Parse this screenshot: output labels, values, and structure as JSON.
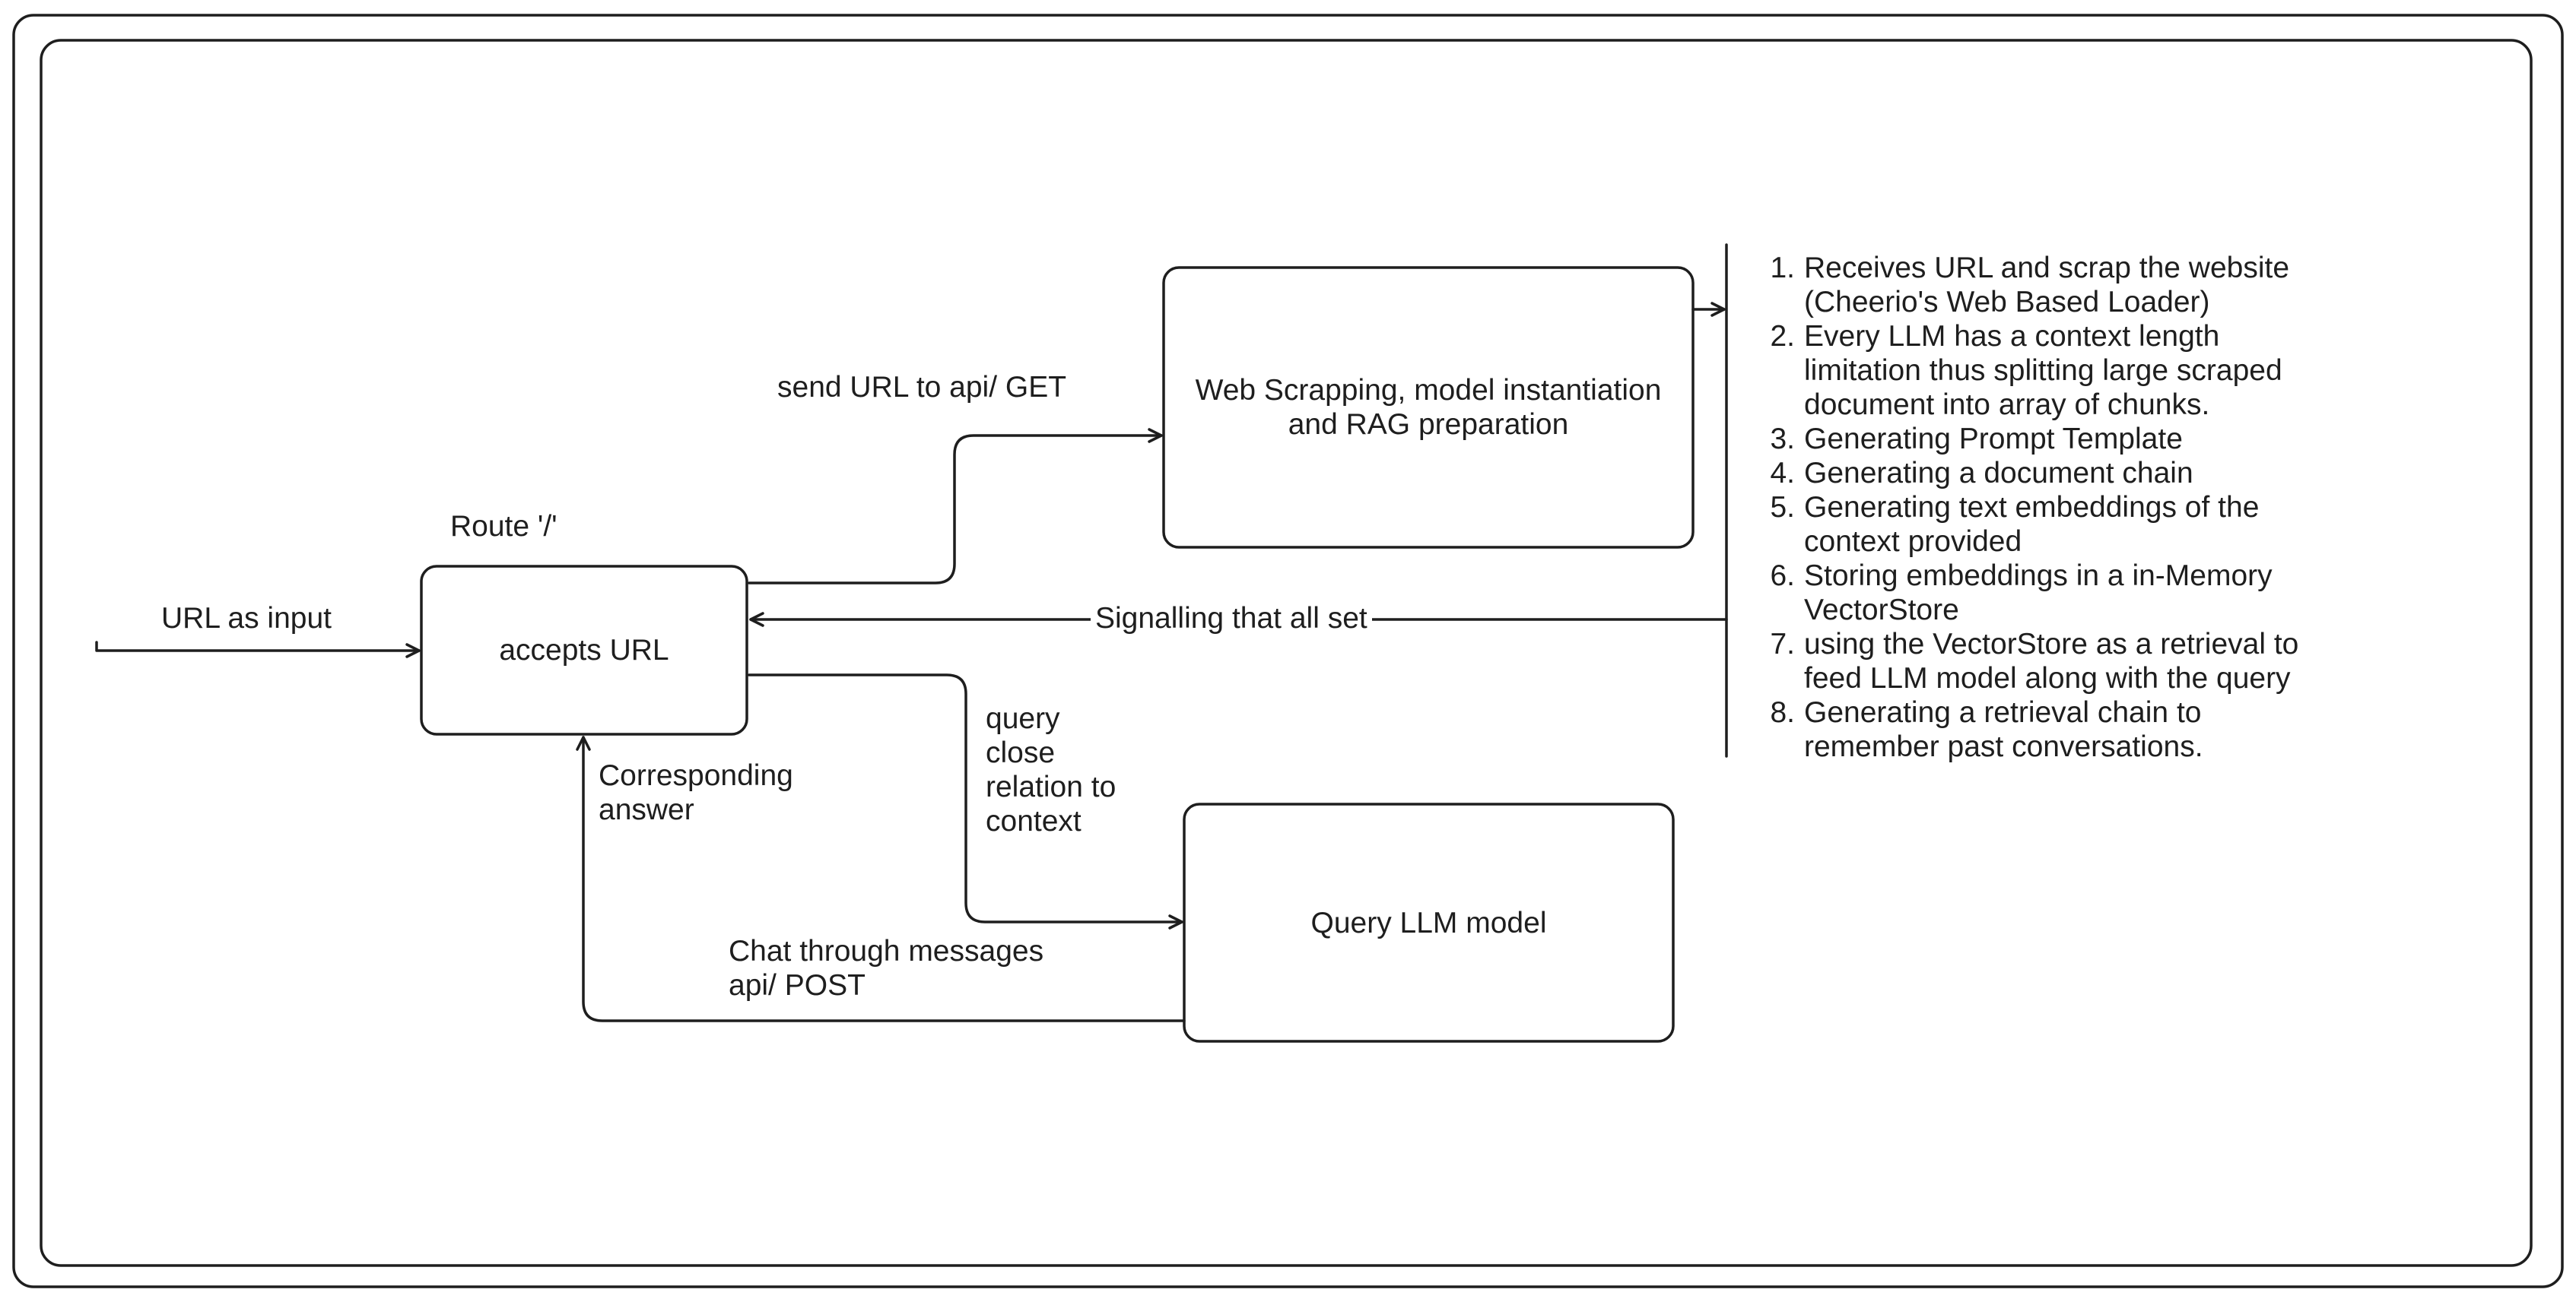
{
  "diagram": {
    "input_label": "URL as input",
    "route_label": "Route '/'",
    "accepts_box": "accepts URL",
    "send_label": "send URL to api/ GET",
    "scraping_box": "Web Scrapping, model instantiation\nand RAG preparation",
    "signal_label": "Signalling that all set",
    "query_label": "query\nclose\nrelation to\ncontext",
    "answer_label": "Corresponding\nanswer",
    "chat_label": "Chat through messages\napi/ POST",
    "query_box": "Query LLM model",
    "steps": [
      {
        "num": "1.",
        "text": "Receives URL and scrap the website\n(Cheerio's Web Based Loader)"
      },
      {
        "num": "2.",
        "text": "Every LLM has a context length\nlimitation thus splitting large scraped\ndocument into array of chunks."
      },
      {
        "num": "3.",
        "text": "Generating Prompt Template"
      },
      {
        "num": "4.",
        "text": "Generating a document chain"
      },
      {
        "num": "5.",
        "text": "Generating text embeddings of the\ncontext provided"
      },
      {
        "num": "6.",
        "text": "Storing embeddings in a in-Memory\nVectorStore"
      },
      {
        "num": "7.",
        "text": "using the VectorStore as a retrieval to\nfeed LLM model along with the query"
      },
      {
        "num": "8.",
        "text": "Generating a retrieval chain to\nremember past conversations."
      }
    ]
  }
}
